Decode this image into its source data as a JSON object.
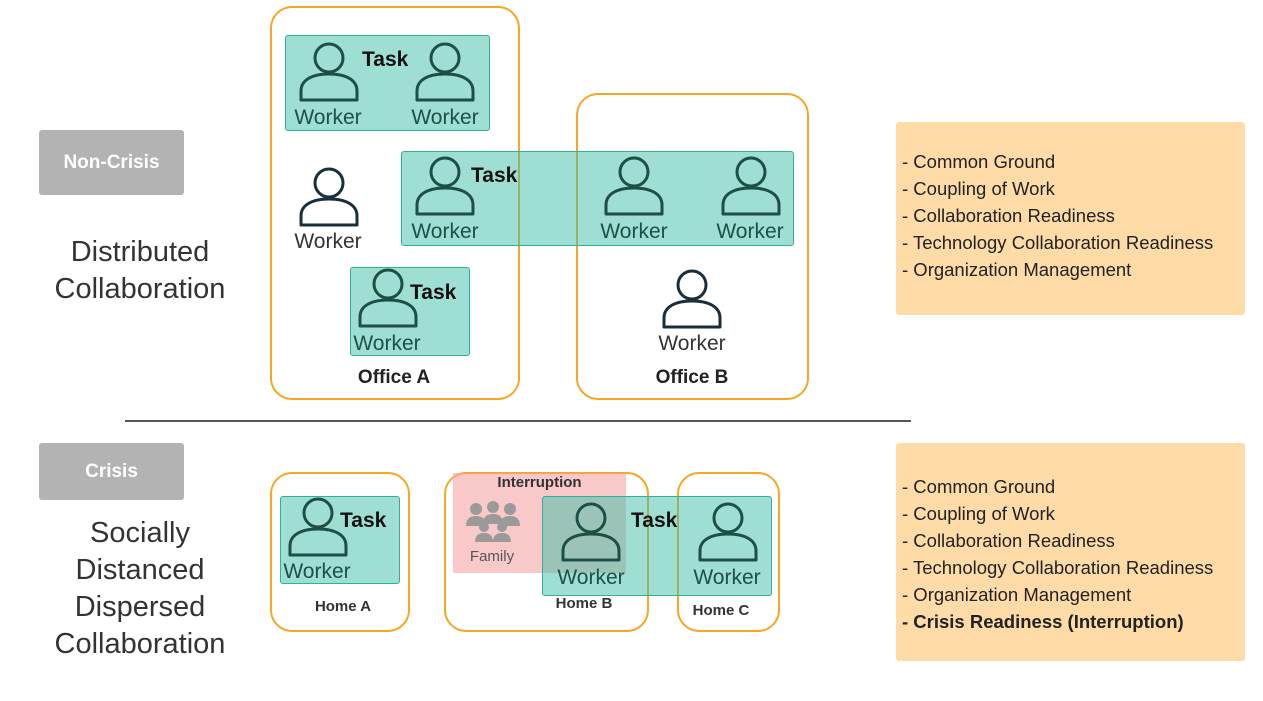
{
  "sections": {
    "non_crisis": {
      "badge": "Non-Crisis",
      "title_lines": [
        "Distributed",
        "Collaboration"
      ],
      "offices": [
        "Office A",
        "Office B"
      ],
      "task_label": "Task",
      "worker_label": "Worker",
      "factors": [
        "- Common Ground",
        "- Coupling of Work",
        "- Collaboration Readiness",
        "- Technology Collaboration Readiness",
        "- Organization Management"
      ]
    },
    "crisis": {
      "badge": "Crisis",
      "title_lines": [
        "Socially",
        "Distanced",
        "Dispersed",
        "Collaboration"
      ],
      "homes": [
        "Home A",
        "Home B",
        "Home C"
      ],
      "interruption_label": "Interruption",
      "family_label": "Family",
      "task_label": "Task",
      "worker_label": "Worker",
      "factors": [
        "- Common Ground",
        "- Coupling of Work",
        "- Collaboration Readiness",
        "- Technology Collaboration Readiness",
        "- Organization Management"
      ],
      "highlight_factor": "- Crisis Readiness (Interruption)"
    }
  },
  "colors": {
    "office_border": "#f5a623",
    "task_fill": "#40bea8",
    "interruption_fill": "#f5a3a3",
    "info_box": "#ffdba8",
    "badge": "#b3b3b3"
  },
  "icons": [
    "person-icon",
    "family-group-icon"
  ]
}
